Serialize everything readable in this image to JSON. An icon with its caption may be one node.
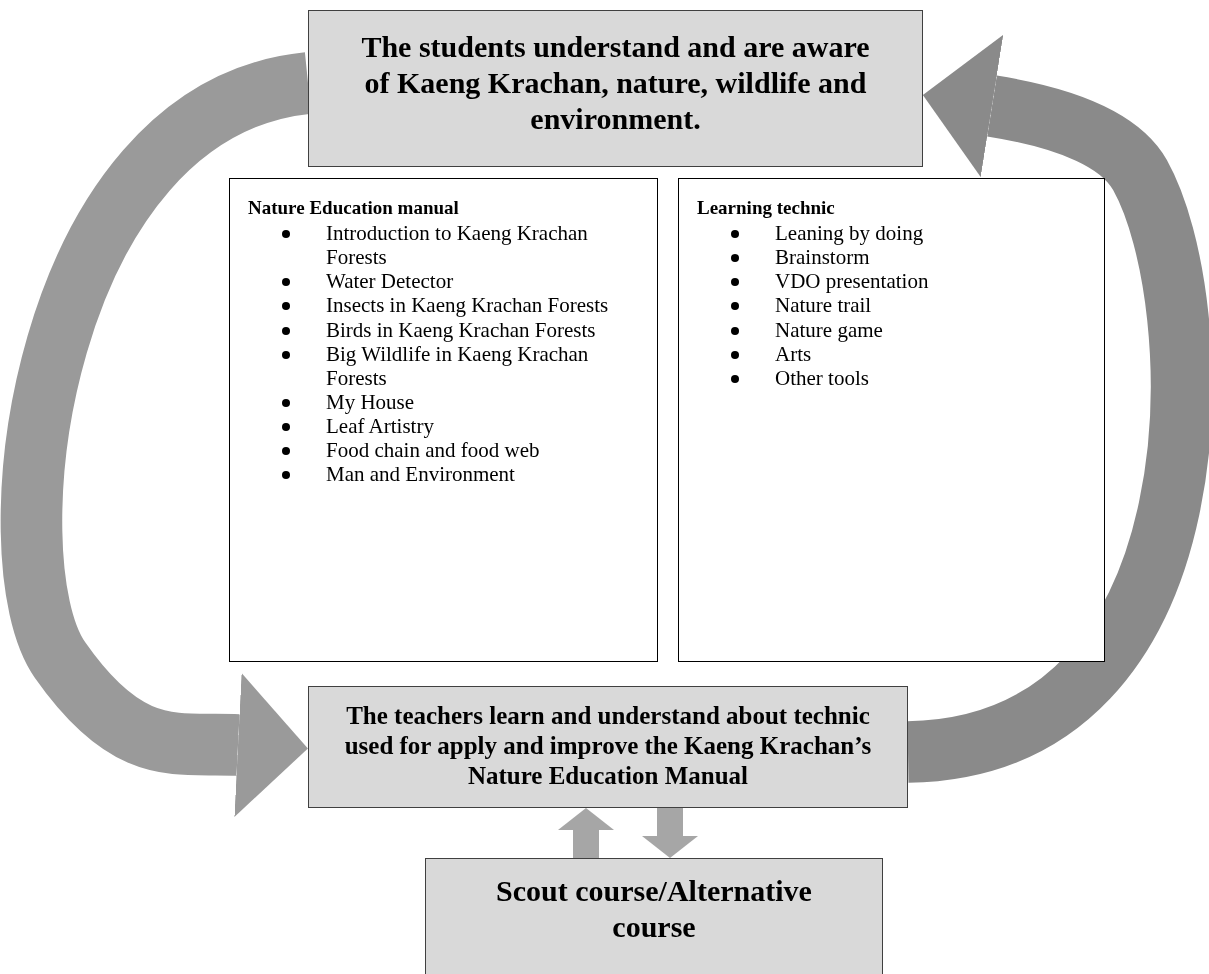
{
  "diagram": {
    "nodes": [
      {
        "text": [
          "The students understand and are aware of Kaeng Krachan, nature, wildlife and environment."
        ]
      },
      {
        "text": [
          "Nature Education manual",
          "Introduction to Kaeng Krachan Forests",
          "Water Detector",
          "Insects in Kaeng Krachan Forests",
          "Birds in Kaeng Krachan Forests",
          "Big Wildlife in Kaeng Krachan Forests",
          "My House",
          "Leaf Artistry",
          "Food chain and food web",
          "Man and Environment"
        ]
      },
      {
        "text": [
          "Learning technic",
          "Leaning by doing",
          "Brainstorm",
          "VDO presentation",
          "Nature trail",
          "Nature game",
          "Arts",
          "Other tools"
        ]
      },
      {
        "text": [
          "The teachers learn and understand about technic used for apply and improve the Kaeng Krachan’s Nature Education Manual"
        ]
      },
      {
        "text": [
          "Scout course/Alternative course"
        ]
      }
    ],
    "edges": [
      {
        "from": 0,
        "to": 3,
        "arrow": "to",
        "style": "thick"
      },
      {
        "from": 3,
        "to": 0,
        "arrow": "to",
        "style": "thick"
      },
      {
        "from": 4,
        "to": 3,
        "arrow": "to"
      },
      {
        "from": 3,
        "to": 4,
        "arrow": "to"
      }
    ]
  }
}
